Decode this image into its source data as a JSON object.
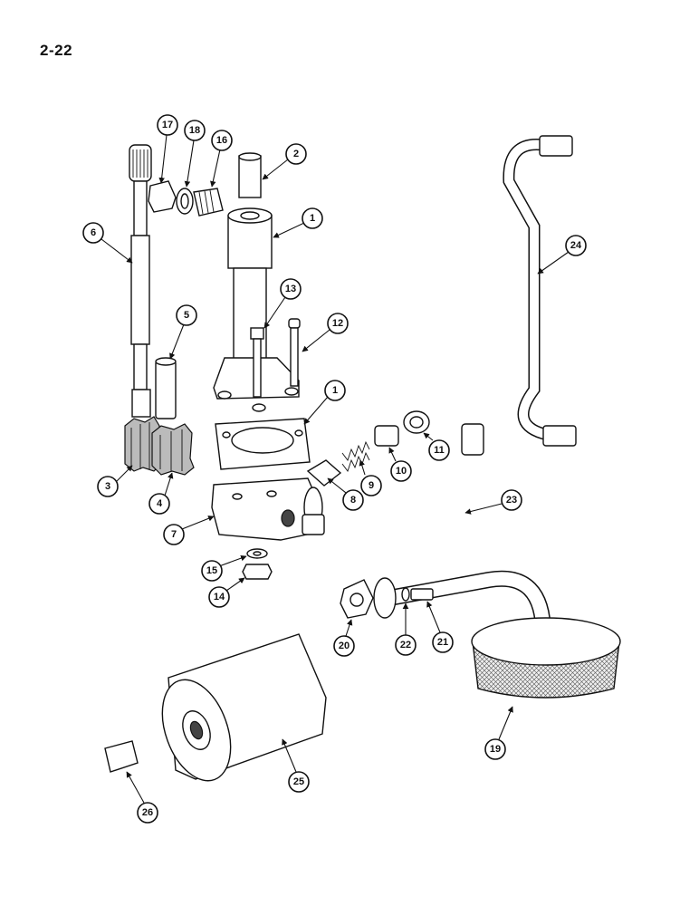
{
  "page": {
    "page_number": "2-22"
  },
  "callouts": [
    "1",
    "1",
    "2",
    "3",
    "4",
    "5",
    "6",
    "7",
    "8",
    "9",
    "10",
    "11",
    "12",
    "13",
    "14",
    "15",
    "16",
    "17",
    "18",
    "19",
    "20",
    "21",
    "22",
    "23",
    "24",
    "25",
    "26"
  ],
  "colors": {
    "ink": "#111111",
    "paper": "#ffffff"
  }
}
